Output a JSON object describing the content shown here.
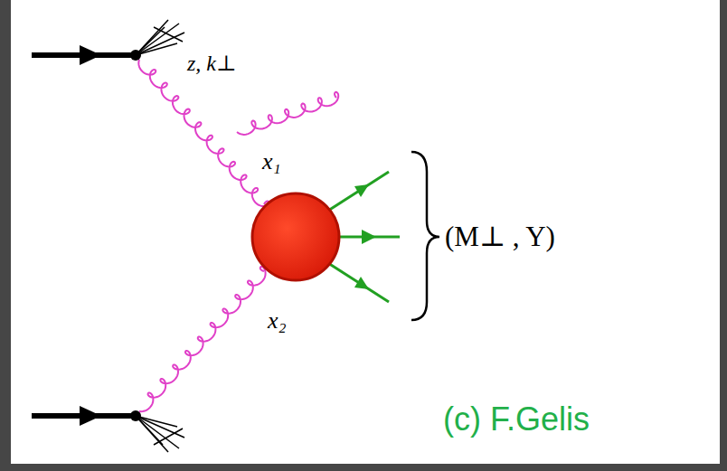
{
  "diagram": {
    "labels": [
      "z, k⊥",
      "x₁",
      "x₂",
      "(M⊥ , Y)",
      "(c) F.Gelis"
    ]
  }
}
